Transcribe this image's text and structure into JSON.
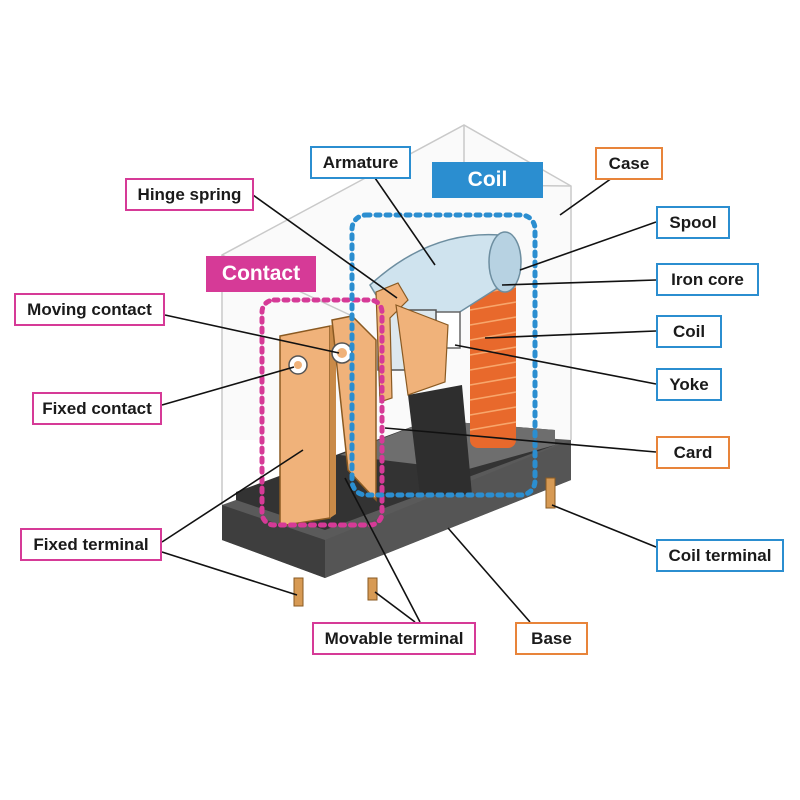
{
  "colors": {
    "contact_group": "#d63a97",
    "coil_group": "#2b8ed0",
    "orange_label": "#e8843a",
    "copper": "#f0b27a",
    "coil_winding": "#e8692c",
    "base": "#4a4a4a"
  },
  "groups": {
    "contact": "Contact",
    "coil": "Coil"
  },
  "labels": {
    "armature": "Armature",
    "case": "Case",
    "hinge_spring": "Hinge spring",
    "spool": "Spool",
    "iron_core": "Iron core",
    "moving_contact": "Moving contact",
    "coil": "Coil",
    "yoke": "Yoke",
    "fixed_contact": "Fixed contact",
    "card": "Card",
    "fixed_terminal": "Fixed terminal",
    "coil_terminal": "Coil terminal",
    "movable_terminal": "Movable terminal",
    "base": "Base"
  }
}
